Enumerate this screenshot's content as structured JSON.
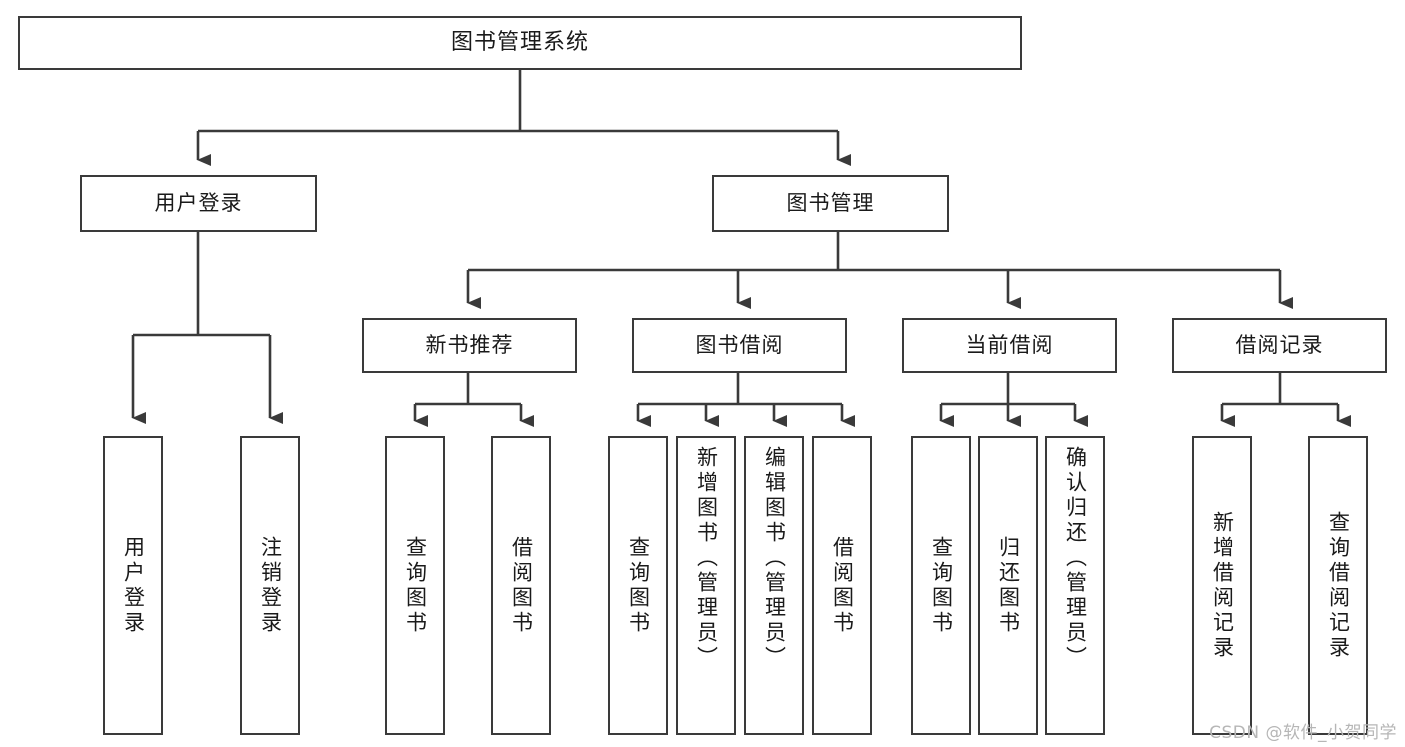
{
  "diagram": {
    "type": "tree",
    "title": "图书管理系统",
    "watermark": "CSDN @软件_小贺同学",
    "colors": {
      "stroke": "#3a3a3a",
      "fill": "#ffffff",
      "text": "#1a1a1a",
      "watermark": "#b6b6b6"
    },
    "nodes": {
      "root": {
        "label": "图书管理系统"
      },
      "level1": [
        {
          "id": "user-login",
          "label": "用户登录"
        },
        {
          "id": "book-manage",
          "label": "图书管理"
        }
      ],
      "level2": [
        {
          "id": "new-book-rec",
          "label": "新书推荐"
        },
        {
          "id": "book-borrow",
          "label": "图书借阅"
        },
        {
          "id": "current-borrow",
          "label": "当前借阅"
        },
        {
          "id": "borrow-record",
          "label": "借阅记录"
        }
      ],
      "leaves": {
        "user-login": [
          {
            "id": "leaf-user-login",
            "label": "用户登录"
          },
          {
            "id": "leaf-logout",
            "label": "注销登录"
          }
        ],
        "new-book-rec": [
          {
            "id": "leaf-query-book-1",
            "label": "查询图书"
          },
          {
            "id": "leaf-borrow-book-1",
            "label": "借阅图书"
          }
        ],
        "book-borrow": [
          {
            "id": "leaf-query-book-2",
            "label": "查询图书"
          },
          {
            "id": "leaf-add-book",
            "label": "新增图书（管理员）"
          },
          {
            "id": "leaf-edit-book",
            "label": "编辑图书（管理员）"
          },
          {
            "id": "leaf-borrow-book-2",
            "label": "借阅图书"
          }
        ],
        "current-borrow": [
          {
            "id": "leaf-query-book-3",
            "label": "查询图书"
          },
          {
            "id": "leaf-return-book",
            "label": "归还图书"
          },
          {
            "id": "leaf-confirm-return",
            "label": "确认归还（管理员）"
          }
        ],
        "borrow-record": [
          {
            "id": "leaf-add-record",
            "label": "新增借阅记录"
          },
          {
            "id": "leaf-query-record",
            "label": "查询借阅记录"
          }
        ]
      }
    }
  }
}
